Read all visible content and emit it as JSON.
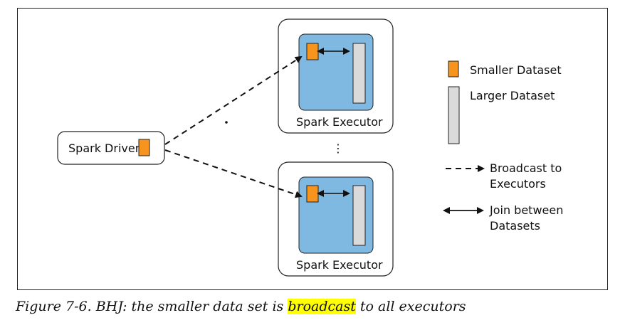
{
  "diagram": {
    "driver": {
      "label": "Spark Driver"
    },
    "executors": [
      {
        "label": "Spark Executor"
      },
      {
        "label": "Spark Executor"
      }
    ],
    "ellipsis": "⋮",
    "legend": {
      "smaller": "Smaller Dataset",
      "larger": "Larger Dataset",
      "broadcast_line1": "Broadcast to",
      "broadcast_line2": "Executors",
      "join_line1": "Join between",
      "join_line2": "Datasets"
    },
    "colors": {
      "smaller_dataset": "#f7941d",
      "larger_dataset": "#dadada",
      "executor_inner": "#7fb8e0"
    }
  },
  "caption": {
    "prefix": "Figure 7-6. BHJ: the smaller data set is ",
    "highlight": "broadcast",
    "suffix": " to all executors"
  }
}
